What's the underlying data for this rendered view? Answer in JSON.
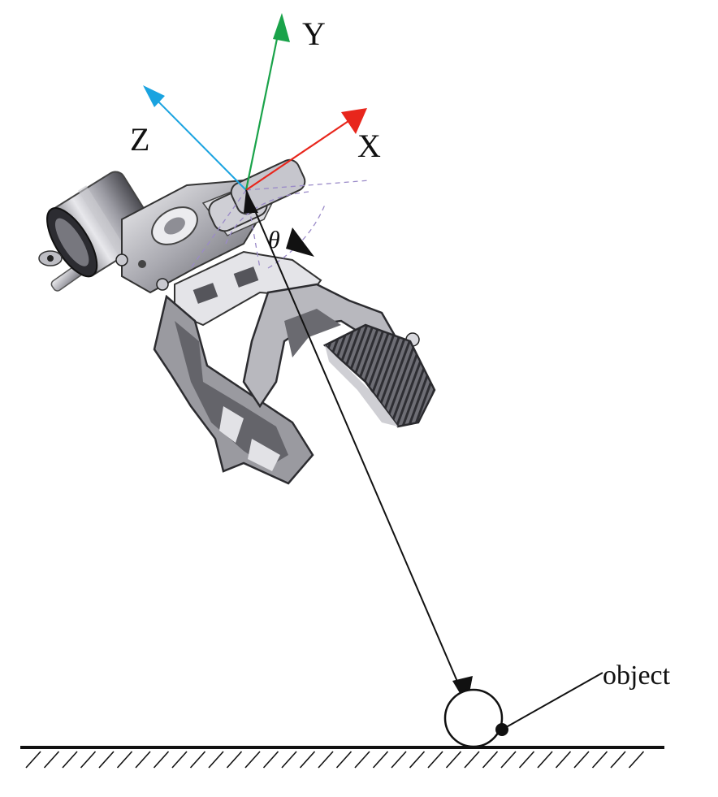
{
  "axes": {
    "x_label": "X",
    "y_label": "Y",
    "z_label": "Z",
    "x_color": "#e8261c",
    "y_color": "#1aa34a",
    "z_color": "#1aa3e0"
  },
  "angle_label": "θ",
  "object_label": "object",
  "colors": {
    "ink": "#111111",
    "dashed": "#9a8ac8",
    "gripper_dark": "#3a3a3e",
    "gripper_mid": "#8d8d94",
    "gripper_light": "#d9d9de"
  },
  "icons": {
    "gripper": "robot-gripper-icon",
    "object": "object-circle-icon"
  }
}
